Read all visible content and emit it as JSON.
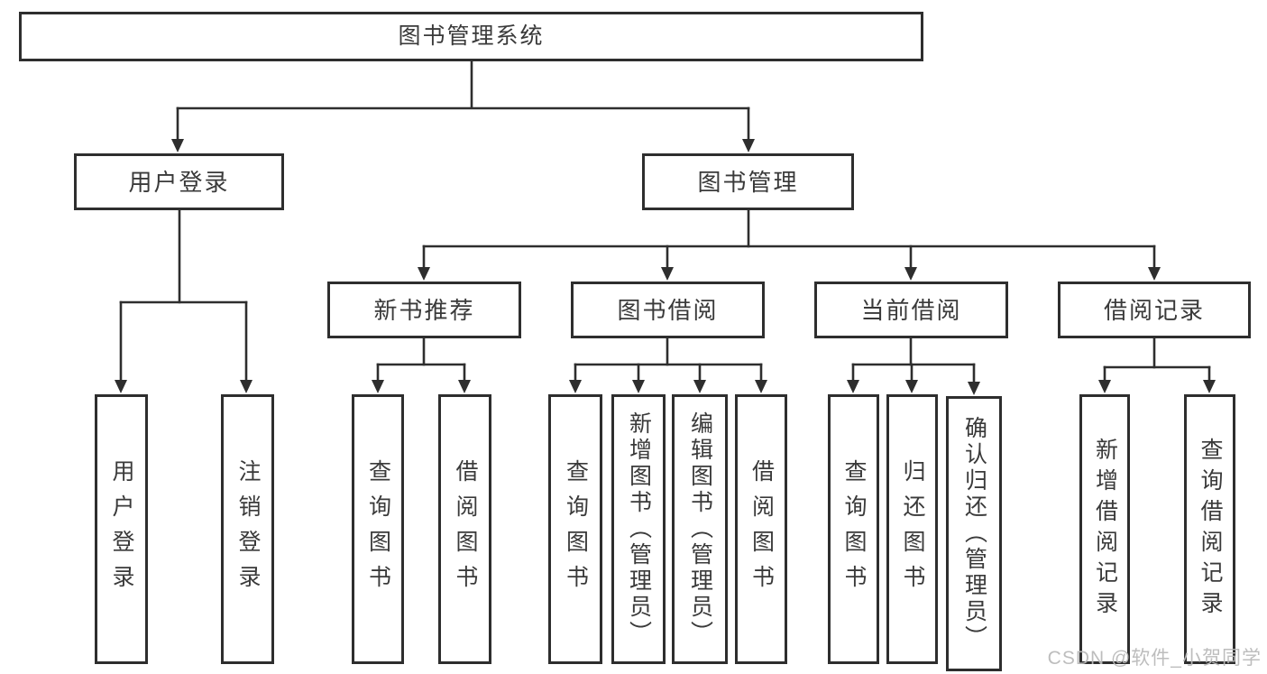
{
  "diagram": {
    "title": "图书管理系统",
    "colors": {
      "line": "#2e2e2e",
      "border": "#2e2e2e",
      "text": "#3a3a3a",
      "box_background": "#ffffff",
      "page_background": "#ffffff",
      "watermark": "#bdbdbd"
    },
    "tree": {
      "label": "图书管理系统",
      "children": [
        {
          "label": "用户登录",
          "children": [
            {
              "label": "用户登录"
            },
            {
              "label": "注销登录"
            }
          ]
        },
        {
          "label": "图书管理",
          "children": [
            {
              "label": "新书推荐",
              "children": [
                {
                  "label": "查询图书"
                },
                {
                  "label": "借阅图书"
                }
              ]
            },
            {
              "label": "图书借阅",
              "children": [
                {
                  "label": "查询图书"
                },
                {
                  "label": "新增图书（管理员）"
                },
                {
                  "label": "编辑图书（管理员）"
                },
                {
                  "label": "借阅图书"
                }
              ]
            },
            {
              "label": "当前借阅",
              "children": [
                {
                  "label": "查询图书"
                },
                {
                  "label": "归还图书"
                },
                {
                  "label": "确认归还（管理员）"
                }
              ]
            },
            {
              "label": "借阅记录",
              "children": [
                {
                  "label": "新增借阅记录"
                },
                {
                  "label": "查询借阅记录"
                }
              ]
            }
          ]
        }
      ]
    },
    "watermark": "CSDN @软件_小贺同学"
  }
}
